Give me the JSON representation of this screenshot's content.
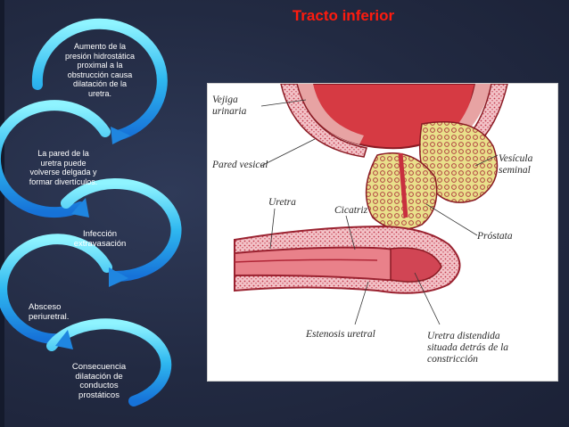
{
  "slide": {
    "title": "Tracto inferior",
    "accent_color": "#ff1b0e",
    "background_color": "#222a42"
  },
  "spiral_steps": [
    {
      "text": "Aumento  de la presión hidrostática proximal a la obstrucción causa dilatación de la uretra."
    },
    {
      "text": "La pared de la uretra puede volverse delgada y formar divertículos."
    },
    {
      "text": "Infección extravasación"
    },
    {
      "text": "Absceso periuretral."
    },
    {
      "text": "Consecuencia dilatación de conductos prostáticos"
    }
  ],
  "figure": {
    "labels": {
      "vejiga": "Vejiga urinaria",
      "pared": "Pared vesical",
      "vesicula": "Vesícula seminal",
      "uretra": "Uretra",
      "cicatriz": "Cicatriz",
      "prostata": "Próstata",
      "estenosis": "Estenosis uretral",
      "distendida": "Uretra distendida situada detrás de la constricción"
    }
  }
}
